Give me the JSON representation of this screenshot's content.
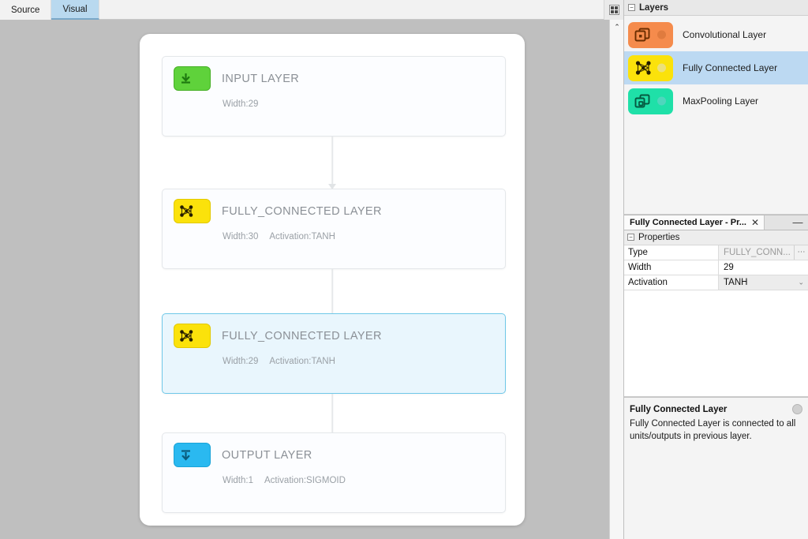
{
  "tabs": [
    {
      "label": "Source",
      "active": false
    },
    {
      "label": "Visual",
      "active": true
    }
  ],
  "tabbar": {
    "layout_icon": "grid-layout-icon"
  },
  "scrollbar": {
    "up_arrow": "⌃"
  },
  "canvas": {
    "nodes": [
      {
        "icon": "input-layer-icon",
        "title": "INPUT LAYER",
        "meta": [
          "Width:29"
        ],
        "selected": false
      },
      {
        "icon": "fully-connected-layer-icon",
        "title": "FULLY_CONNECTED LAYER",
        "meta": [
          "Width:30",
          "Activation:TANH"
        ],
        "selected": false
      },
      {
        "icon": "fully-connected-layer-icon",
        "title": "FULLY_CONNECTED LAYER",
        "meta": [
          "Width:29",
          "Activation:TANH"
        ],
        "selected": true
      },
      {
        "icon": "output-layer-icon",
        "title": "OUTPUT LAYER",
        "meta": [
          "Width:1",
          "Activation:SIGMOID"
        ],
        "selected": false
      }
    ]
  },
  "layers_panel": {
    "collapse_glyph": "−",
    "title": "Layers",
    "items": [
      {
        "label": "Convolutional Layer",
        "icon": "convolutional-layer-icon",
        "selected": false
      },
      {
        "label": "Fully Connected Layer",
        "icon": "fully-connected-layer-icon",
        "selected": true
      },
      {
        "label": "MaxPooling Layer",
        "icon": "maxpooling-layer-icon",
        "selected": false
      }
    ]
  },
  "properties_panel": {
    "tab_title": "Fully Connected Layer - Pr...",
    "close_glyph": "✕",
    "minimize_glyph": "—",
    "collapse_glyph": "−",
    "section_title": "Properties",
    "rows": [
      {
        "key": "Type",
        "value": "FULLY_CONN...",
        "state": "disabled",
        "control": "ellipsis",
        "control_glyph": "⋯"
      },
      {
        "key": "Width",
        "value": "29",
        "state": "normal",
        "control": "none",
        "control_glyph": ""
      },
      {
        "key": "Activation",
        "value": "TANH",
        "state": "dropdown",
        "control": "chevron",
        "control_glyph": "⌄"
      }
    ]
  },
  "help_panel": {
    "title": "Fully Connected Layer",
    "body": "Fully Connected Layer is connected to all units/outputs in previous layer.",
    "icon": "help-circle-icon"
  },
  "colors": {
    "canvas_bg": "#bfbfbf",
    "accent_selected": "#6fc8e8",
    "input_green": "#5fd23b",
    "fc_yellow": "#fbe20b",
    "output_blue": "#2ab9f0",
    "conv_orange": "#f58b4c",
    "maxpool_teal": "#1fe0a8",
    "palette_highlight": "#bcd9f2"
  }
}
